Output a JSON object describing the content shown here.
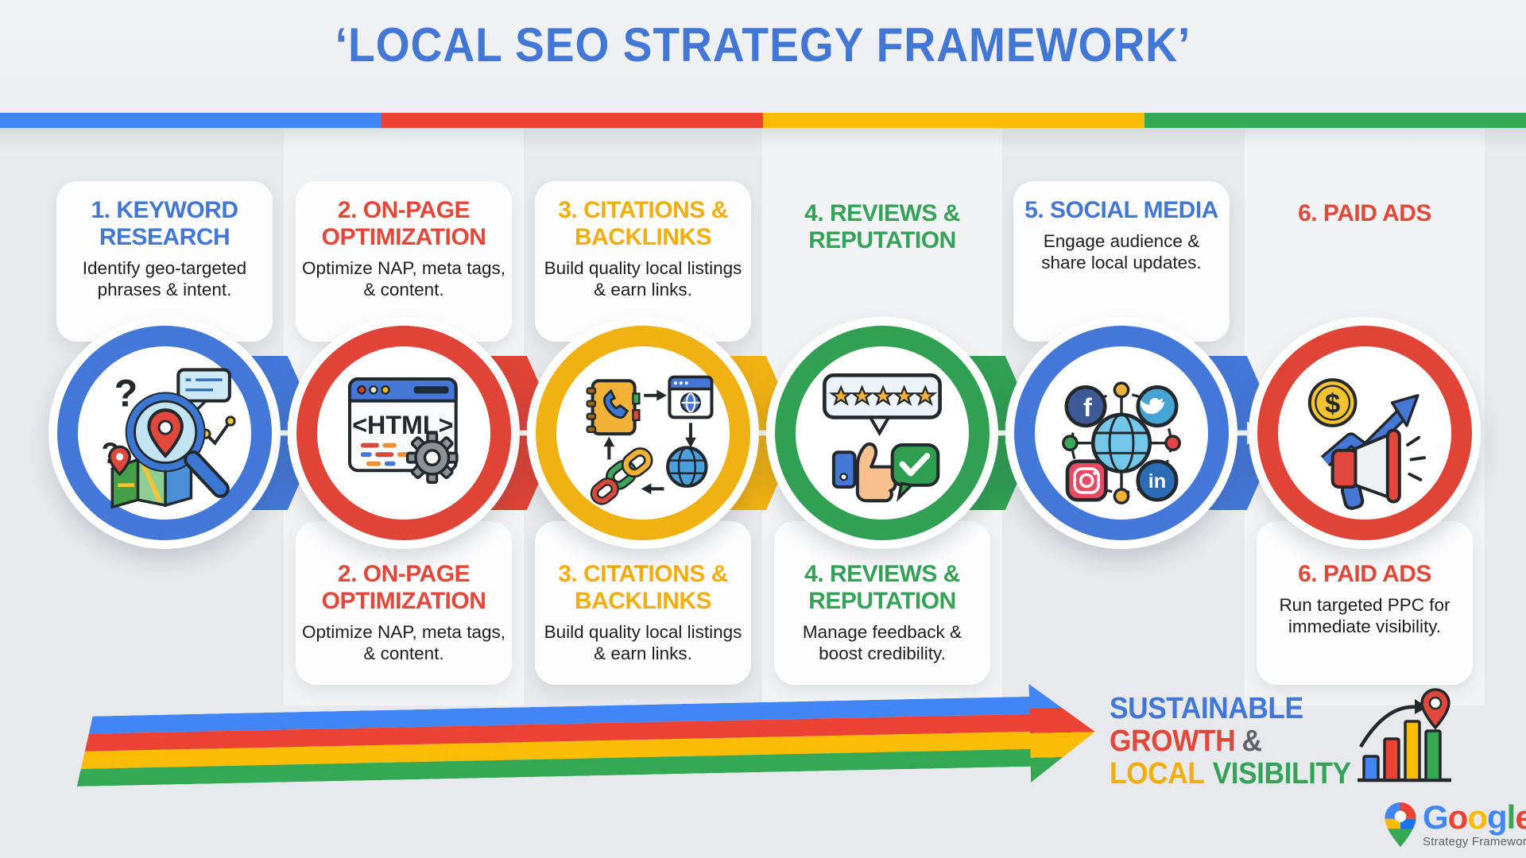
{
  "header": {
    "title": "‘LOCAL SEO STRATEGY FRAMEWORK’",
    "stripe_colors": [
      "#4285F4",
      "#EA4335",
      "#FBBC05",
      "#34A853"
    ]
  },
  "palette": {
    "blue": "#4285F4",
    "red": "#EA4335",
    "yellow": "#F4B400",
    "green": "#34A853",
    "text_dark": "#1D1E20",
    "gray": "#5F6368",
    "background": "#E7E9EC",
    "card": "#FDFDFE"
  },
  "steps": [
    {
      "num": "1",
      "title": "1. KEYWORD RESEARCH",
      "description": "Identify geo-targeted phrases & intent.",
      "color": "#4285F4",
      "icon": "search-map-pin",
      "top_card": true,
      "bottom_card": false
    },
    {
      "num": "2",
      "title": "2. ON-PAGE OPTIMIZATION",
      "description": "Optimize NAP, meta tags, & content.",
      "color": "#EA4335",
      "icon": "html-browser-gear",
      "icon_text": "<HTML>",
      "top_card": true,
      "bottom_card": true
    },
    {
      "num": "3",
      "title": "3. CITATIONS & BACKLINKS",
      "description": "Build quality local listings & earn links.",
      "color": "#F4B400",
      "icon": "directory-links-globe",
      "top_card": true,
      "bottom_card": true
    },
    {
      "num": "4",
      "title": "4. REVIEWS & REPUTATION",
      "description": "Manage feedback & boost credibility.",
      "color": "#34A853",
      "icon": "five-star-review-thumbs-up",
      "stars": 5,
      "top_card": false,
      "bottom_card": true
    },
    {
      "num": "5",
      "title": "5. SOCIAL MEDIA",
      "description": "Engage audience & share local updates.",
      "color": "#4285F4",
      "icon": "social-network-globe",
      "icon_letters": [
        "f",
        "in"
      ],
      "top_card": true,
      "bottom_card": false
    },
    {
      "num": "6",
      "title": "6. PAID ADS",
      "description": "Run targeted PPC for immediate visibility.",
      "color": "#EA4335",
      "icon": "megaphone-dollar-growth",
      "icon_text": "$",
      "top_card": false,
      "bottom_card": true
    }
  ],
  "connector_arrow_colors": [
    "#4285F4",
    "#EA4335",
    "#F4B400",
    "#34A853",
    "#4285F4"
  ],
  "footer": {
    "arrow_stripe_colors": [
      "#4285F4",
      "#EA4335",
      "#FBBC05",
      "#34A853"
    ],
    "headline": {
      "word1": "SUSTAINABLE",
      "word2": "GROWTH",
      "amp": "&",
      "word3": "LOCAL",
      "word4": "VISIBILITY"
    },
    "logo": {
      "letters": [
        {
          "ch": "G",
          "color": "#4285F4"
        },
        {
          "ch": "o",
          "color": "#EA4335"
        },
        {
          "ch": "o",
          "color": "#FBBC05"
        },
        {
          "ch": "g",
          "color": "#4285F4"
        },
        {
          "ch": "l",
          "color": "#34A853"
        },
        {
          "ch": "e",
          "color": "#EA4335"
        }
      ],
      "subtext": "Strategy Framework"
    }
  }
}
